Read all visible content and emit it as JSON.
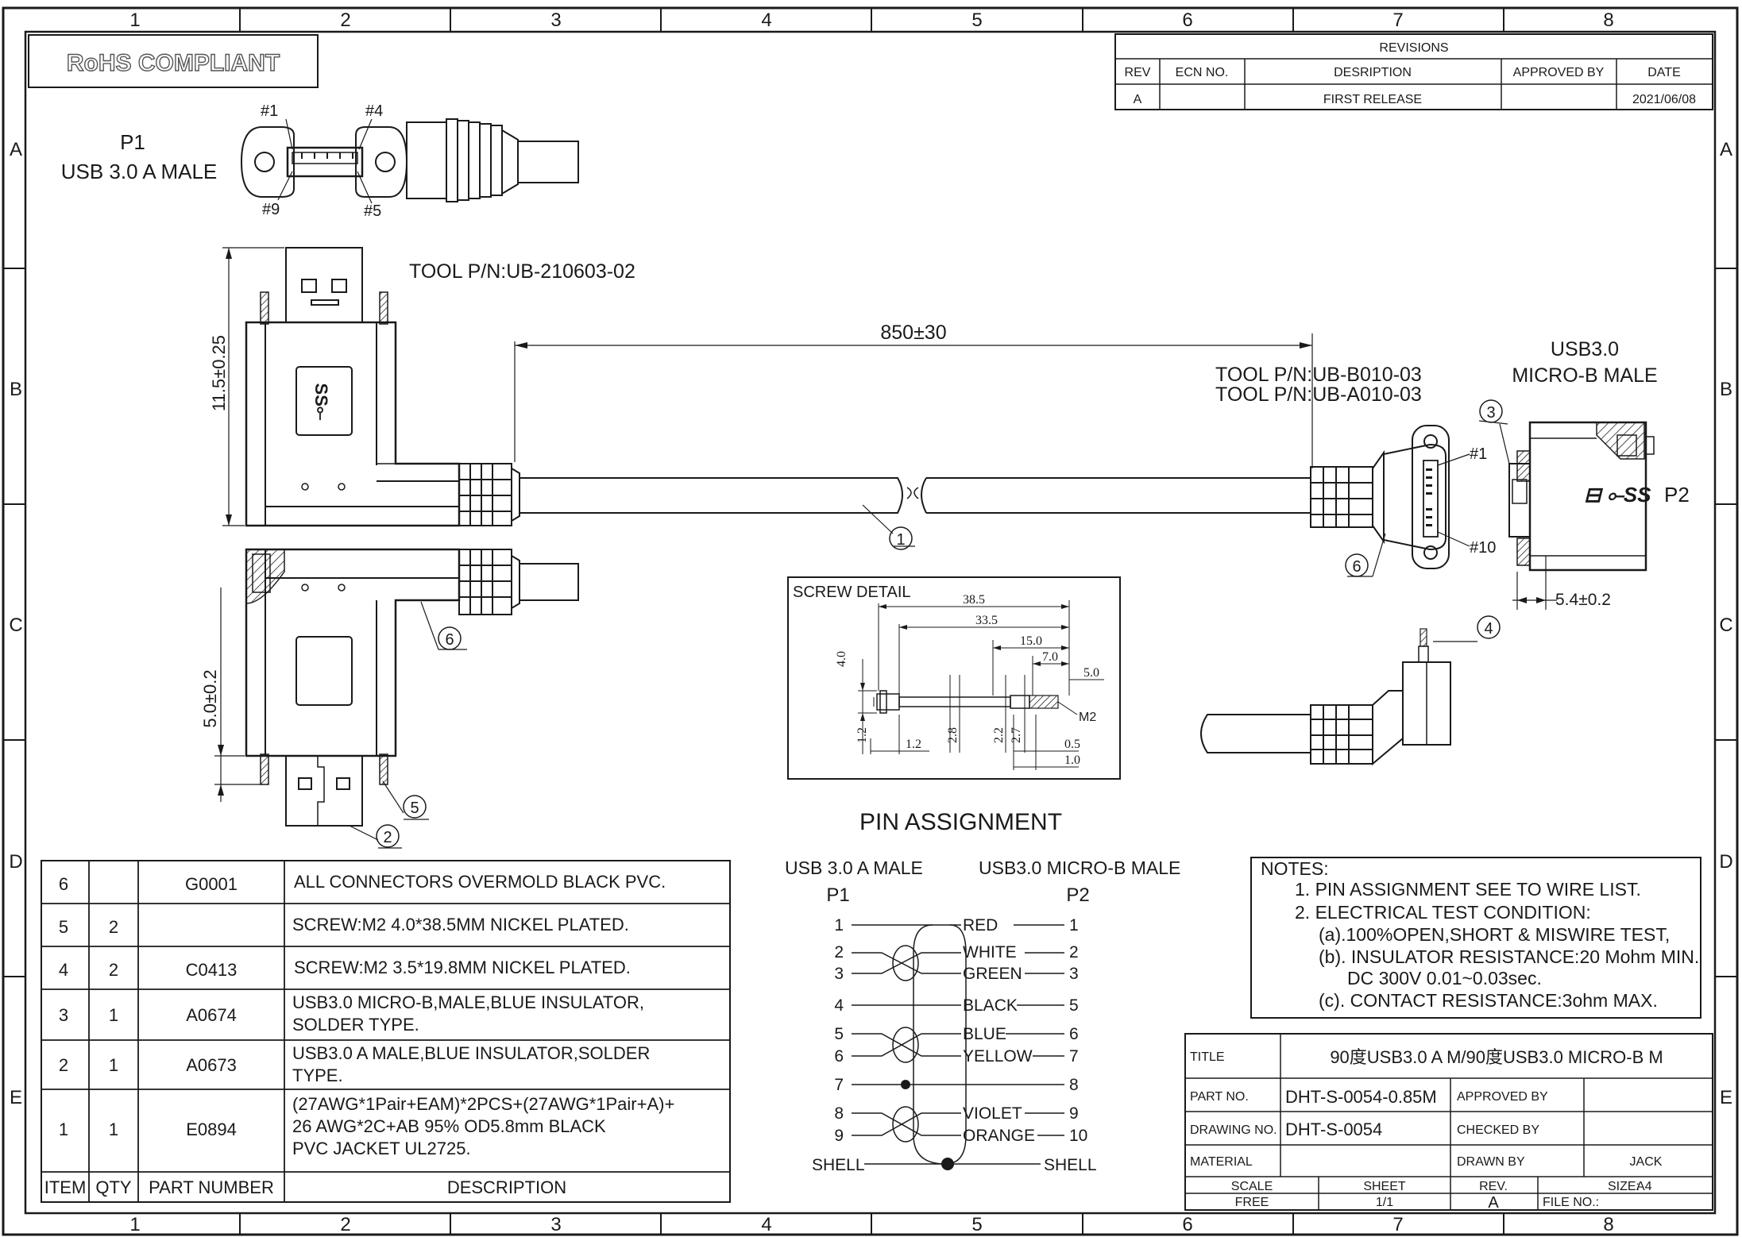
{
  "frame": {
    "columns": [
      "1",
      "2",
      "3",
      "4",
      "5",
      "6",
      "7",
      "8"
    ],
    "rows": [
      "A",
      "B",
      "C",
      "D",
      "E"
    ]
  },
  "rohs": "RoHS COMPLIANT",
  "revisions": {
    "title": "REVISIONS",
    "headers": [
      "REV",
      "ECN NO.",
      "DESRIPTION",
      "APPROVED BY",
      "DATE"
    ],
    "row": [
      "A",
      "",
      "FIRST RELEASE",
      "",
      "2021/06/08"
    ]
  },
  "p1": {
    "label": "P1",
    "name": "USB 3.0 A MALE",
    "pins": [
      "#1",
      "#4",
      "#9",
      "#5"
    ]
  },
  "tool": {
    "top": "TOOL P/N:UB-210603-02",
    "b": "TOOL P/N:UB-B010-03",
    "a": "TOOL P/N:UB-A010-03"
  },
  "usb_micro": {
    "line1": "USB3.0",
    "line2": "MICRO-B MALE",
    "p2": "P2",
    "pin1": "#1",
    "pin10": "#10"
  },
  "dims": {
    "length": "850±30",
    "height": "11.5±0.25",
    "screw_offset": "5.0±0.2",
    "micro_offset": "5.4±0.2"
  },
  "callouts": [
    "1",
    "2",
    "3",
    "4",
    "5",
    "6"
  ],
  "screw_detail": {
    "title": "SCREW DETAIL",
    "dims": [
      "38.5",
      "33.5",
      "15.0",
      "7.0",
      "5.0",
      "4.0",
      "1.2",
      "1.2",
      "2.8",
      "2.2",
      "2.7",
      "0.5",
      "1.0"
    ],
    "thread": "M2"
  },
  "pin_assignment": {
    "title": "PIN   ASSIGNMENT",
    "left_head": "USB 3.0 A MALE",
    "right_head": "USB3.0 MICRO-B MALE",
    "left_label": "P1",
    "right_label": "P2",
    "rows": [
      {
        "l": "1",
        "w": "RED",
        "r": "1"
      },
      {
        "l": "2",
        "w": "WHITE",
        "r": "2"
      },
      {
        "l": "3",
        "w": "GREEN",
        "r": "3"
      },
      {
        "l": "4",
        "w": "BLACK",
        "r": "5"
      },
      {
        "l": "5",
        "w": "BLUE",
        "r": "6"
      },
      {
        "l": "6",
        "w": "YELLOW",
        "r": "7"
      },
      {
        "l": "7",
        "w": "",
        "r": "8"
      },
      {
        "l": "8",
        "w": "VIOLET",
        "r": "9"
      },
      {
        "l": "9",
        "w": "ORANGE",
        "r": "10"
      }
    ],
    "shell_left": "SHELL",
    "shell_right": "SHELL"
  },
  "notes": {
    "title": "NOTES:",
    "lines": [
      "1. PIN ASSIGNMENT SEE TO WIRE LIST.",
      "2. ELECTRICAL TEST CONDITION:",
      "(a).100%OPEN,SHORT & MISWIRE TEST,",
      "(b). INSULATOR RESISTANCE:20 Mohm MIN.",
      "DC 300V 0.01~0.03sec.",
      "(c). CONTACT RESISTANCE:3ohm MAX."
    ]
  },
  "bom": {
    "headers": [
      "ITEM",
      "QTY",
      "PART NUMBER",
      "DESCRIPTION"
    ],
    "rows": [
      {
        "item": "6",
        "qty": "",
        "pn": "G0001",
        "desc": [
          "ALL CONNECTORS OVERMOLD BLACK PVC."
        ]
      },
      {
        "item": "5",
        "qty": "2",
        "pn": "",
        "desc": [
          "SCREW:M2 4.0*38.5MM NICKEL PLATED."
        ]
      },
      {
        "item": "4",
        "qty": "2",
        "pn": "C0413",
        "desc": [
          "SCREW:M2 3.5*19.8MM NICKEL PLATED."
        ]
      },
      {
        "item": "3",
        "qty": "1",
        "pn": "A0674",
        "desc": [
          "USB3.0 MICRO-B,MALE,BLUE INSULATOR,",
          "SOLDER TYPE."
        ]
      },
      {
        "item": "2",
        "qty": "1",
        "pn": "A0673",
        "desc": [
          "USB3.0 A MALE,BLUE INSULATOR,SOLDER",
          "TYPE."
        ]
      },
      {
        "item": "1",
        "qty": "1",
        "pn": "E0894",
        "desc": [
          "(27AWG*1Pair+EAM)*2PCS+(27AWG*1Pair+A)+",
          "26 AWG*2C+AB 95% OD5.8mm BLACK",
          "PVC JACKET UL2725."
        ]
      }
    ]
  },
  "title_block": {
    "title_label": "TITLE",
    "title": "90度USB3.0 A M/90度USB3.0 MICRO-B M",
    "part_label": "PART NO.",
    "part": "DHT-S-0054-0.85M",
    "approved_label": "APPROVED BY",
    "approved": "",
    "drawing_label": "DRAWING NO.",
    "drawing": "DHT-S-0054",
    "checked_label": "CHECKED BY",
    "checked": "",
    "material_label": "MATERIAL",
    "material": "",
    "drawn_label": "DRAWN BY",
    "drawn": "JACK",
    "scale_label": "SCALE",
    "scale": "FREE",
    "sheet_label": "SHEET",
    "sheet": "1/1",
    "rev_label": "REV.",
    "rev": "A",
    "size_label": "SIZE:",
    "size": "A4",
    "file_label": "FILE NO.:",
    "file": ""
  }
}
